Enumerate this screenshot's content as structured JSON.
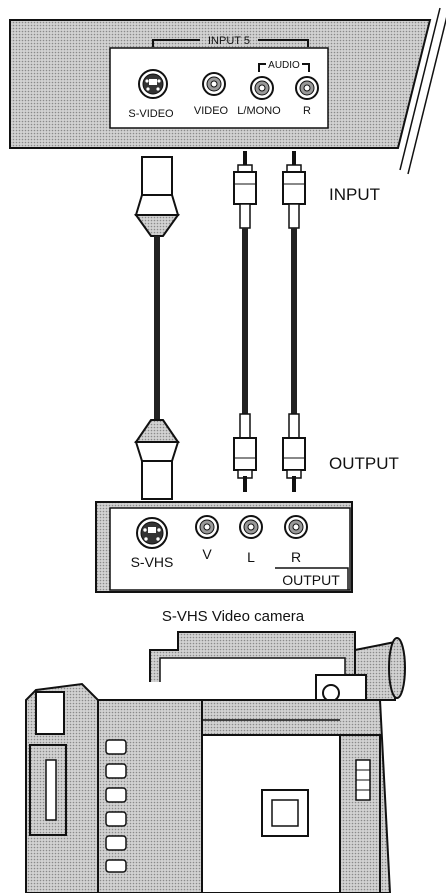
{
  "tv_panel": {
    "group_label": "INPUT 5",
    "audio_label": "AUDIO",
    "jacks": [
      "S-VIDEO",
      "VIDEO",
      "L/MONO",
      "R"
    ]
  },
  "cable_labels": {
    "input": "INPUT",
    "output": "OUTPUT"
  },
  "camera_panel": {
    "jacks": [
      "S-VHS",
      "V",
      "L",
      "R"
    ],
    "output_label": "OUTPUT"
  },
  "camera_caption": "S-VHS Video camera",
  "colors": {
    "stroke": "#111111",
    "shade": "#9a9a9a",
    "background": "#ffffff"
  }
}
